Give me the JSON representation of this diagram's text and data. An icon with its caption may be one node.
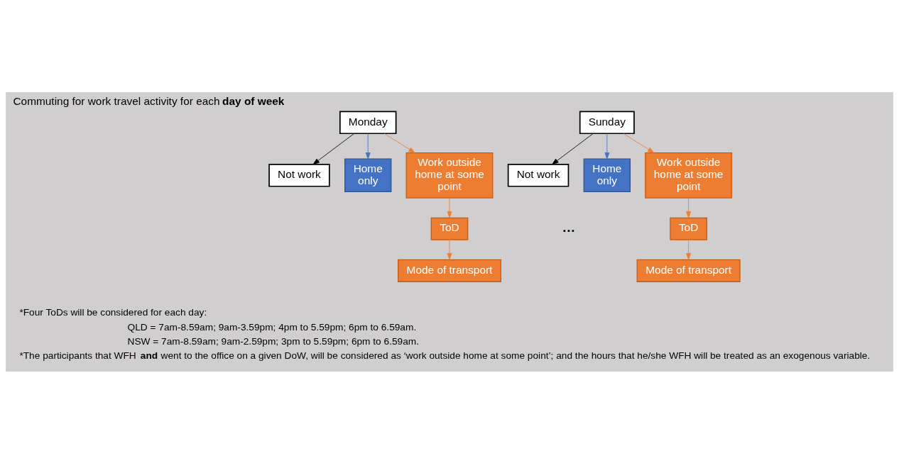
{
  "diagram": {
    "title": "Commuting for work travel activity for each **day of week**",
    "nodes": [
      {
        "text": [
          "Monday"
        ]
      },
      {
        "text": [
          "Not work"
        ]
      },
      {
        "text": [
          "Home only"
        ]
      },
      {
        "text": [
          "Work outside home at some point"
        ]
      },
      {
        "text": [
          "ToD"
        ]
      },
      {
        "text": [
          "Mode of transport"
        ]
      },
      {
        "text": [
          "Sunday"
        ]
      },
      {
        "text": [
          "Not work"
        ]
      },
      {
        "text": [
          "Home only"
        ]
      },
      {
        "text": [
          "Work outside home at some point"
        ]
      },
      {
        "text": [
          "ToD"
        ]
      },
      {
        "text": [
          "Mode of transport"
        ]
      }
    ],
    "edges": [
      {
        "from": 0,
        "to": 1,
        "arrow": "to",
        "color": "#000000"
      },
      {
        "from": 0,
        "to": 2,
        "arrow": "to",
        "color": "#4472c4"
      },
      {
        "from": 0,
        "to": 3,
        "arrow": "to"
      },
      {
        "from": 3,
        "to": 4,
        "arrow": "to"
      },
      {
        "from": 4,
        "to": 5,
        "arrow": "to"
      },
      {
        "from": 6,
        "to": 7,
        "arrow": "to",
        "color": "#000000"
      },
      {
        "from": 6,
        "to": 8,
        "arrow": "to",
        "color": "#4472c4"
      },
      {
        "from": 6,
        "to": 9,
        "arrow": "to"
      },
      {
        "from": 9,
        "to": 10,
        "arrow": "to"
      },
      {
        "from": 10,
        "to": 11,
        "arrow": "to"
      }
    ],
    "labels": [
      "…",
      "*Four ToDs will be considered for each day:",
      "QLD = 7am-8.59am; 9am-3.59pm; 4pm to 5.59pm; 6pm to 6.59am.",
      "NSW = 7am-8.59am; 9am-2.59pm; 3pm to 5.59pm; 6pm to 6.59am.",
      "*The participants that WFH **and** went to the office on a given DoW, will be considered as ‘work outside home at some point’; and the hours that he/she WFH will be treated as an exogenous variable."
    ]
  }
}
